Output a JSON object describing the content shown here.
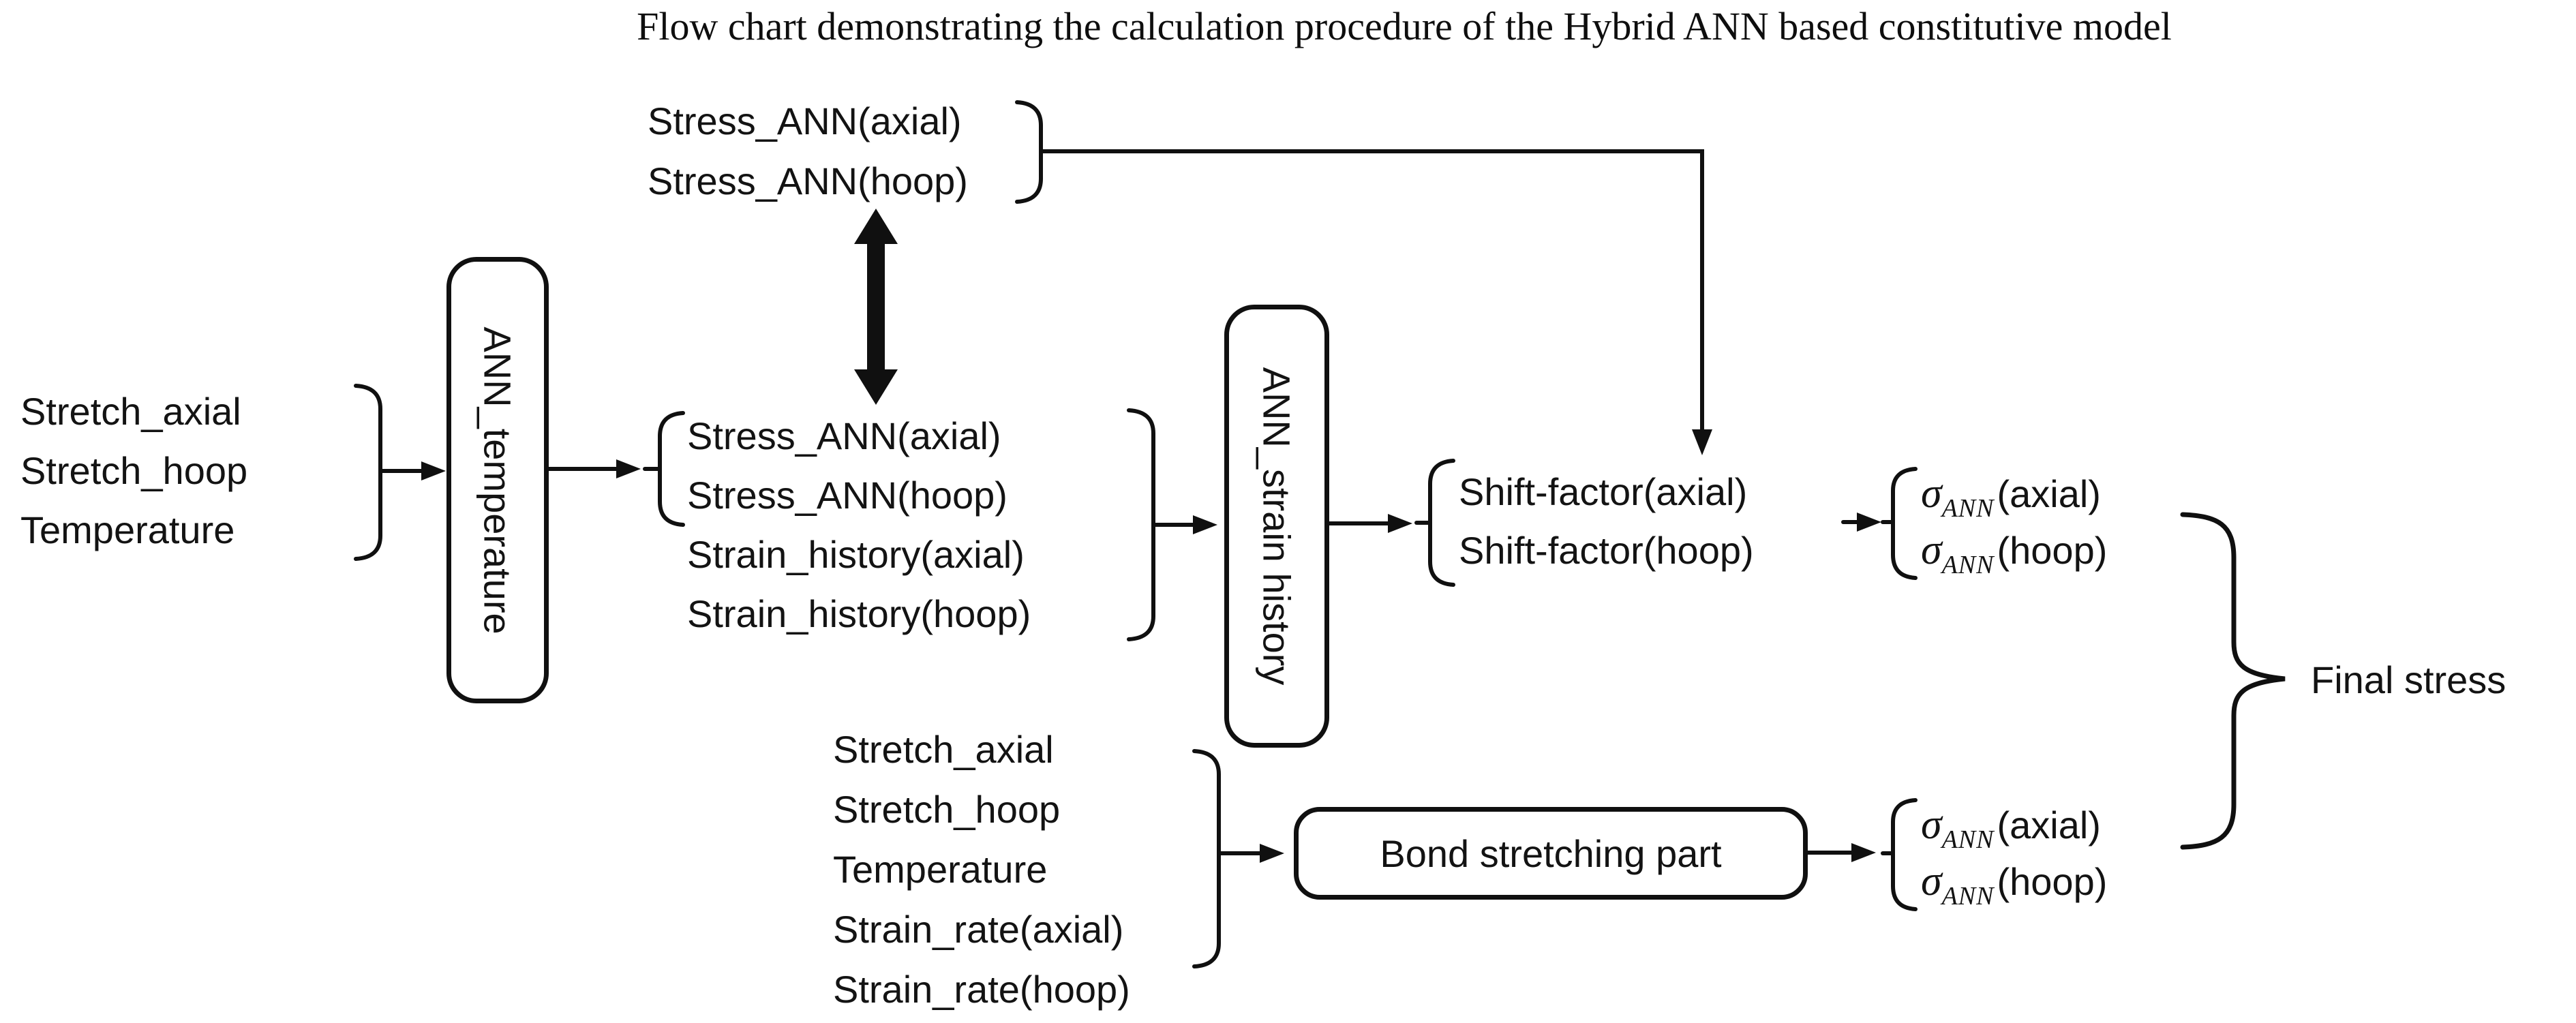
{
  "title": "Flow chart demonstrating the calculation procedure of the Hybrid ANN based constitutive model",
  "colors": {
    "ink": "#101010",
    "background": "#ffffff"
  },
  "top_output_group": {
    "items": [
      "Stress_ANN(axial)",
      "Stress_ANN(hoop)"
    ]
  },
  "temperature_inputs": {
    "items": [
      "Stretch_axial",
      "Stretch_hoop",
      "Temperature"
    ]
  },
  "ann_temperature_box": {
    "label": "ANN_temperature"
  },
  "intermediate_group": {
    "items": [
      "Stress_ANN(axial)",
      "Stress_ANN(hoop)",
      "Strain_history(axial)",
      "Strain_history(hoop)"
    ]
  },
  "ann_strain_history_box": {
    "label": "ANN_strain history"
  },
  "shift_factor_group": {
    "items": [
      "Shift-factor(axial)",
      "Shift-factor(hoop)"
    ]
  },
  "sigma_top_group": {
    "items": [
      {
        "symbol": "σ",
        "subscript": "ANN",
        "argument": "(axial)"
      },
      {
        "symbol": "σ",
        "subscript": "ANN",
        "argument": "(hoop)"
      }
    ]
  },
  "bond_inputs": {
    "items": [
      "Stretch_axial",
      "Stretch_hoop",
      "Temperature",
      "Strain_rate(axial)",
      "Strain_rate(hoop)"
    ]
  },
  "bond_box": {
    "label": "Bond stretching part"
  },
  "sigma_bottom_group": {
    "items": [
      {
        "symbol": "σ",
        "subscript": "ANN",
        "argument": "(axial)"
      },
      {
        "symbol": "σ",
        "subscript": "ANN",
        "argument": "(hoop)"
      }
    ]
  },
  "final_stress_label": "Final stress"
}
